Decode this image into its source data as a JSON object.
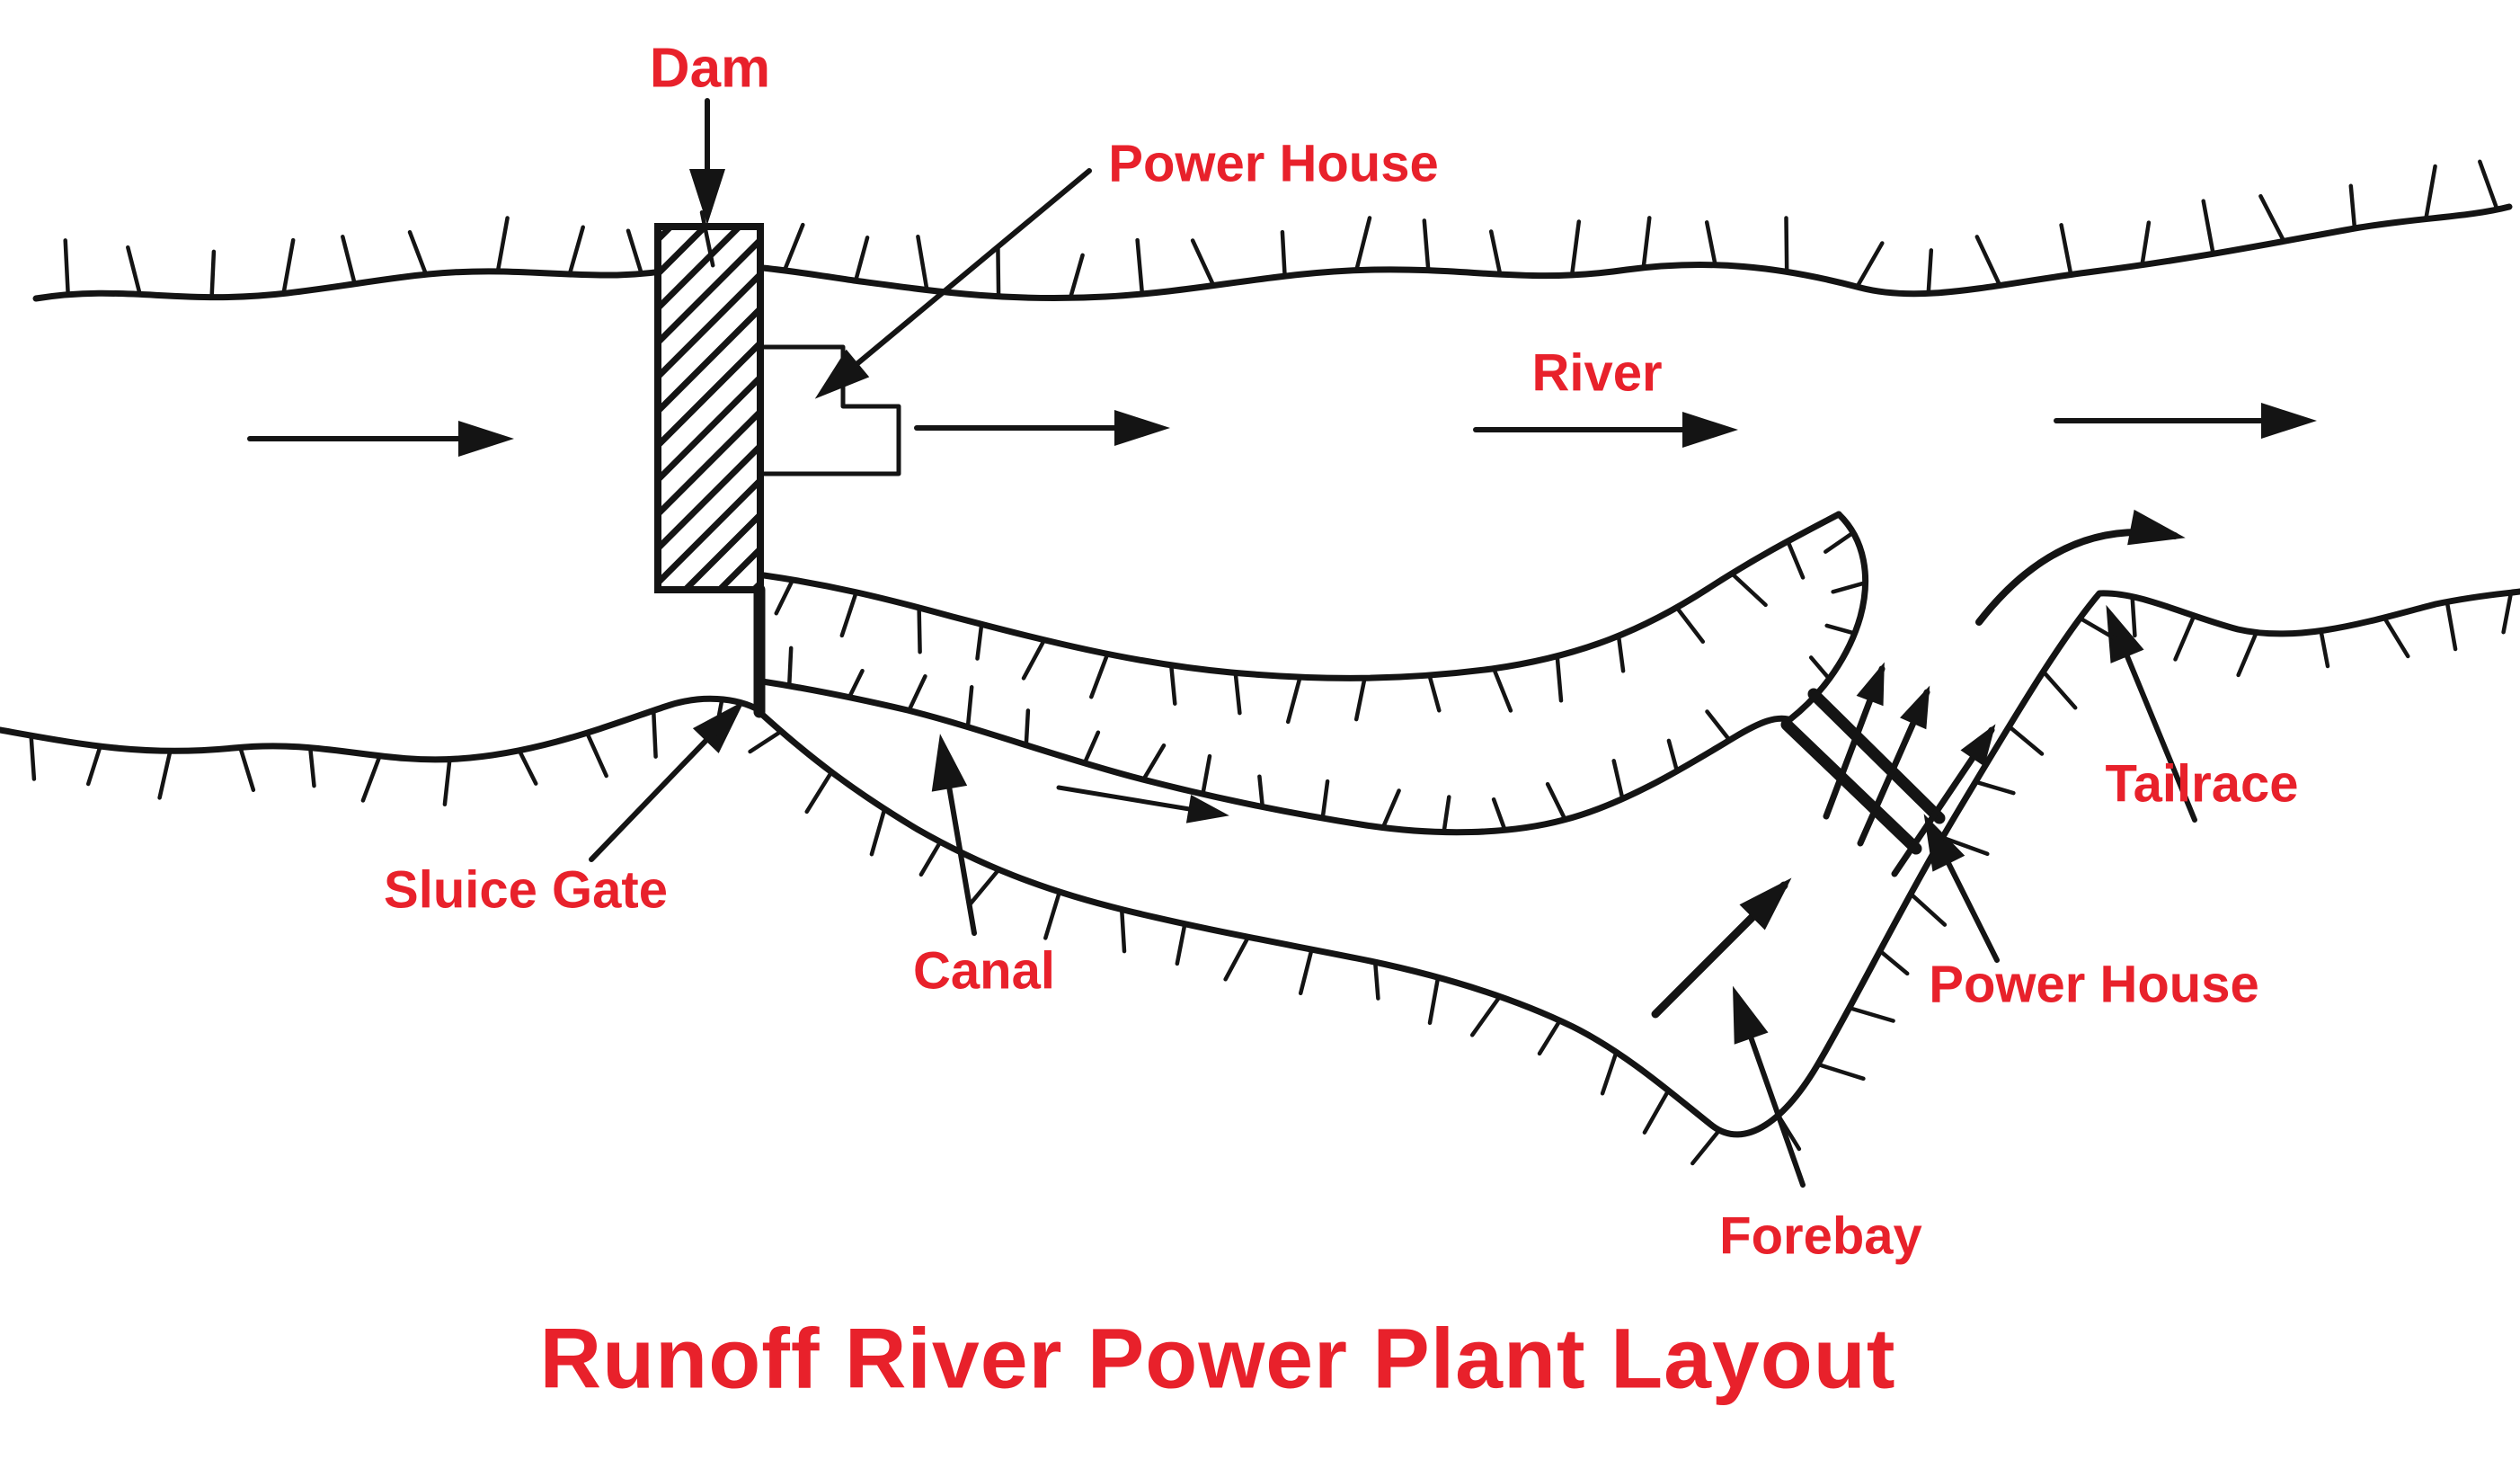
{
  "diagram": {
    "title": "Runoff River Power Plant Layout",
    "labels": {
      "dam": "Dam",
      "power_house_top": "Power House",
      "river": "River",
      "sluice_gate": "Sluice Gate",
      "canal": "Canal",
      "forebay": "Forebay",
      "power_house_bottom": "Power House",
      "tailrace": "Tailrace"
    },
    "colors": {
      "label": "#e8212b",
      "line": "#141414",
      "background": "#ffffff"
    }
  }
}
